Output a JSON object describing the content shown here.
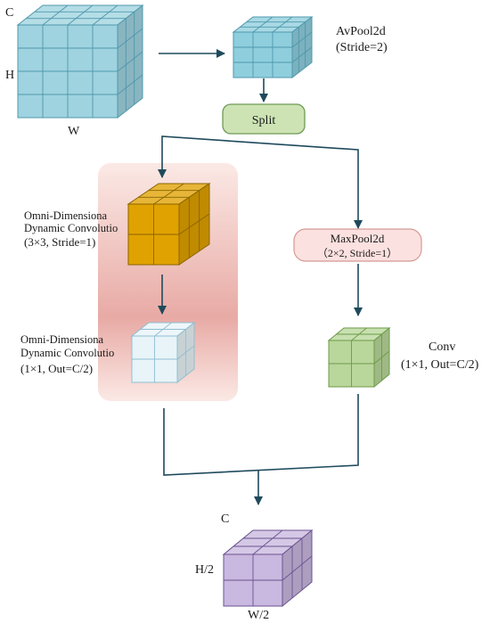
{
  "input_cube": {
    "label_c": "C",
    "label_h": "H",
    "label_w": "W"
  },
  "avgpool": {
    "title": "AvPool2d",
    "params": "(Stride=2)"
  },
  "split": {
    "label": "Split"
  },
  "omni1": {
    "line1": "Omni-Dimensiona",
    "line2": "Dynamic Convolutio",
    "line3": "(3×3, Stride=1)"
  },
  "omni2": {
    "line1": "Omni-Dimensiona",
    "line2": "Dynamic Convolutio",
    "line3": "(1×1, Out=C/2)"
  },
  "maxpool": {
    "title": "MaxPool2d",
    "params": "（2×2, Stride=1）"
  },
  "conv": {
    "title": "Conv",
    "params": "(1×1, Out=C/2)"
  },
  "output_cube": {
    "label_c": "C",
    "label_h": "H/2",
    "label_w": "W/2"
  },
  "colors": {
    "input_cube": "#9fd3df",
    "avgpool_cube": "#8fcedd",
    "omni1_cube": "#e0a200",
    "omni2_cube": "#e8f4f8",
    "conv_cube": "#b9d79a",
    "output_cube": "#c9b8df",
    "split_fill": "#cde3b4",
    "maxpool_fill": "#fbe1df",
    "panel_top": "#fbe9e5",
    "panel_mid": "#e8a9a4"
  }
}
